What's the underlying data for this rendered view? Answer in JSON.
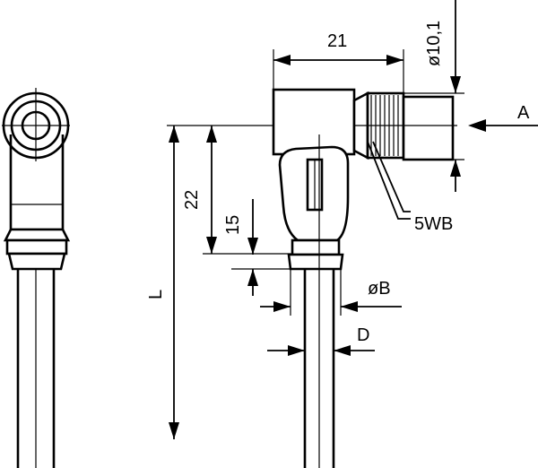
{
  "drawing": {
    "dimensions": {
      "width_21": "21",
      "diameter_10_1": "ø10,1",
      "height_22": "22",
      "height_15": "15",
      "length_L": "L",
      "diameter_B": "øB",
      "width_D": "D"
    },
    "labels": {
      "view_arrow": "A",
      "thread_callout": "5WB"
    }
  }
}
